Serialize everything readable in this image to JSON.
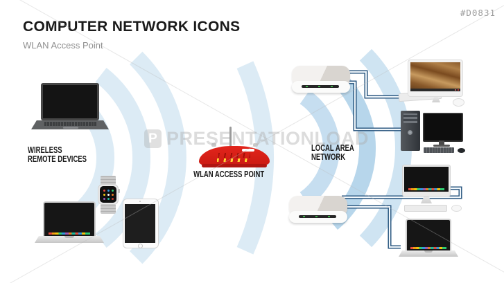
{
  "slide": {
    "title": "COMPUTER NETWORK ICONS",
    "subtitle": "WLAN Access Point",
    "code": "#D0831"
  },
  "labels": {
    "wireless_line1": "WIRELESS",
    "wireless_line2": "REMOTE DEVICES",
    "wlan_access_point": "WLAN ACCESS POINT",
    "lan_line1": "LOCAL AREA",
    "lan_line2": "NETWORK"
  },
  "watermark": {
    "logo_letter": "P",
    "text": "PRESENTATIONLOAD"
  },
  "icons": [
    "laptop-dark-icon",
    "macbook-icon",
    "smartwatch-icon",
    "tablet-icon",
    "wlan-router-icon",
    "access-point-top-icon",
    "access-point-bottom-icon",
    "imac-desktop-icon",
    "tower-pc-icon",
    "imac-dock-icon",
    "macbook-lower-icon",
    "wifi-arcs-left",
    "wifi-arcs-right"
  ],
  "colors": {
    "title_color": "#1a1a1a",
    "subtitle_color": "#8f8f8f",
    "router_red": "#e2251c",
    "router_red_dark": "#b01510",
    "led_yellow": "#ffd432",
    "led_green": "#3fae49",
    "arc_left": "#dcebf5",
    "arc_right": "#b7d6eb",
    "arc_right_inner": "#c6def0",
    "arc_right_light": "#cfe4f2",
    "line_dark": "#1f4e79"
  }
}
